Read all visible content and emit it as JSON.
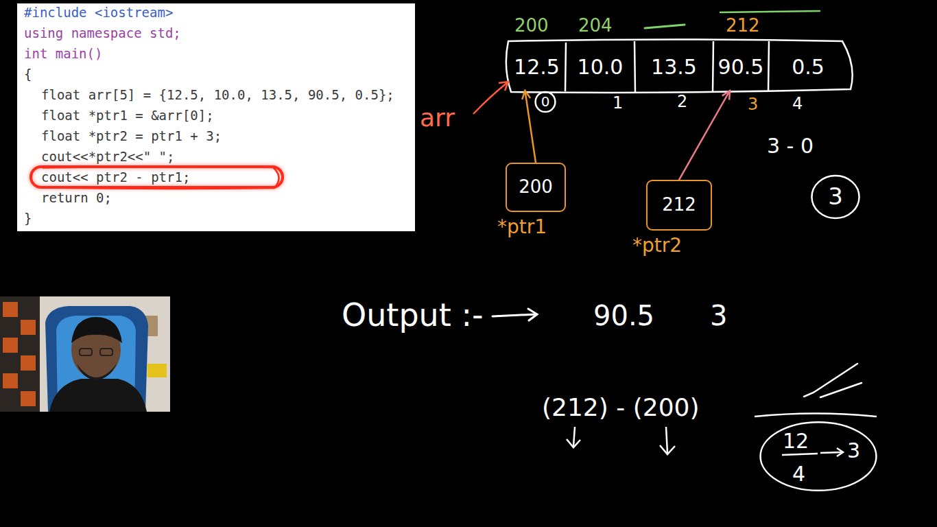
{
  "diagram": {
    "nodes": [
      {
        "text": [
          "12.5"
        ]
      },
      {
        "text": [
          "10.0"
        ]
      },
      {
        "text": [
          "13.5"
        ]
      },
      {
        "text": [
          "90.5"
        ]
      },
      {
        "text": [
          "0.5"
        ]
      },
      {
        "text": [
          "200",
          "*ptr1"
        ]
      },
      {
        "text": [
          "212",
          "*ptr2"
        ]
      },
      {
        "text": [
          "0"
        ]
      },
      {
        "text": [
          "3"
        ]
      },
      {
        "text": [
          "12",
          "4",
          "3"
        ]
      }
    ],
    "edges": [
      {
        "from": 5,
        "to": 0,
        "arrow": "to"
      },
      {
        "from": 6,
        "to": 3,
        "arrow": "to"
      }
    ],
    "labels": [
      "#include <iostream>",
      "using namespace std;",
      "int main()",
      "{",
      "float arr[5] = {12.5, 10.0, 13.5, 90.5, 0.5};",
      "float *ptr1 = &arr[0];",
      "float *ptr2 = ptr1 + 3;",
      "cout<<*ptr2<<\" \";",
      "cout<< ptr2 - ptr1;",
      "return 0;",
      "}",
      "200",
      "204",
      "212",
      "arr",
      "1",
      "2",
      "3",
      "4",
      "3 - 0",
      "Output :-",
      "90.5",
      "3",
      "(212) - (200)"
    ]
  }
}
